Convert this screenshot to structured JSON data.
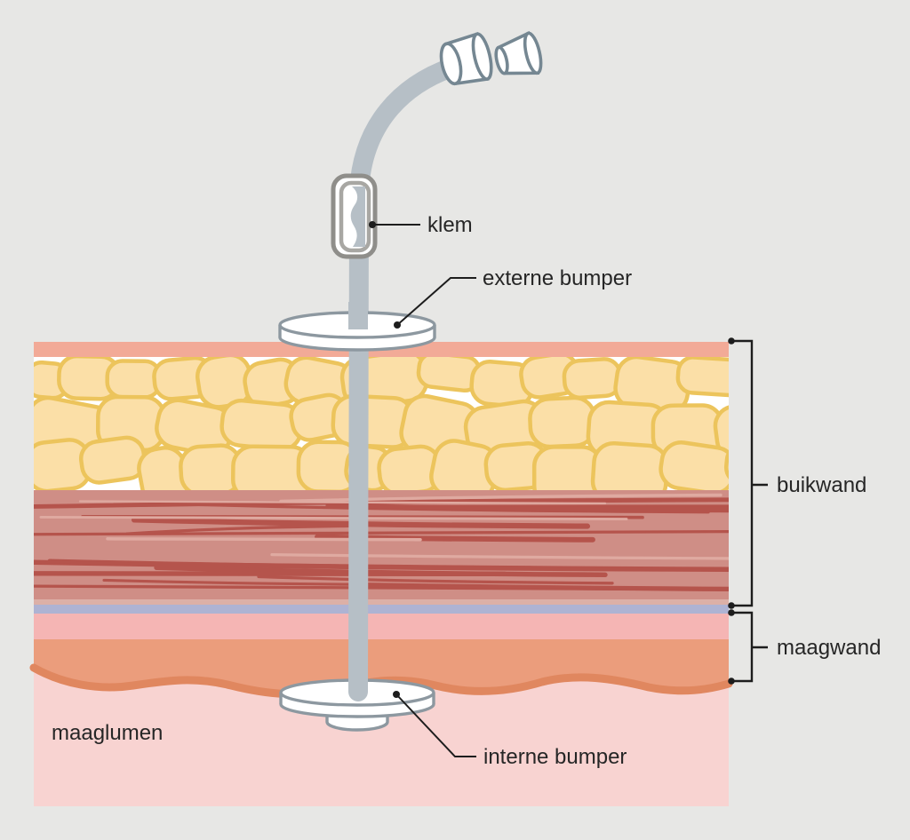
{
  "diagram": {
    "description": "PEG feeding tube through abdominal wall into stomach",
    "labels": {
      "klem": "klem",
      "externe_bumper": "externe bumper",
      "interne_bumper": "interne bumper",
      "buikwand": "buikwand",
      "maagwand": "maagwand",
      "maaglumen": "maaglumen"
    },
    "colors": {
      "background": "#e7e7e5",
      "skin": "#f2aa97",
      "fat_fill": "#fbdfa7",
      "fat_stroke": "#ecc45c",
      "muscle": "#cf8e86",
      "muscle_streak": "#b5544c",
      "muscle_streak_light": "#dfaaa1",
      "fascia_strip": "#dcb0a7",
      "peritoneum_blue": "#aeb3d3",
      "stomach_outer_pink": "#f5b5b4",
      "stomach_inner_orange": "#eb9d7c",
      "stomach_wave_stroke": "#e0875f",
      "lumen": "#f8d3d1",
      "tube": "#b6bfc6",
      "device_stroke": "#758792",
      "disc_stroke": "#8d98a0",
      "clamp_stroke": "#8f8e8a",
      "clamp_inner_stroke": "#a8a7a3",
      "label_text": "#262626",
      "line": "#1d1d1d"
    }
  }
}
